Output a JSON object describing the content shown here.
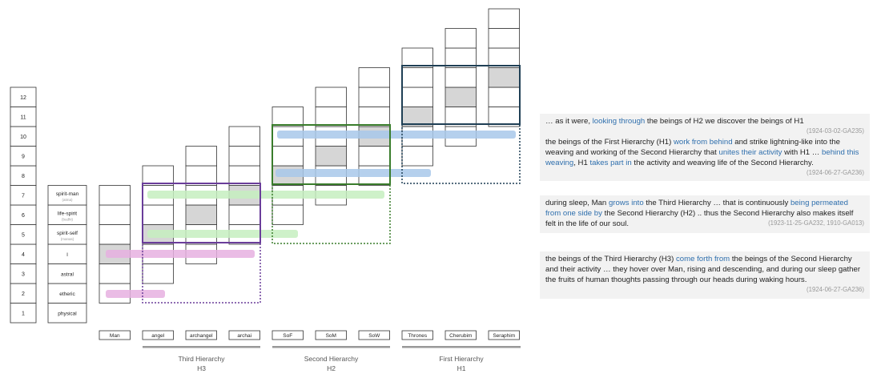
{
  "levels": {
    "numbers": [
      "1",
      "2",
      "3",
      "4",
      "5",
      "6",
      "7",
      "8",
      "9",
      "10",
      "11",
      "12"
    ],
    "labels": [
      {
        "name": "physical",
        "sub": ""
      },
      {
        "name": "etheric",
        "sub": ""
      },
      {
        "name": "astral",
        "sub": ""
      },
      {
        "name": "I",
        "sub": ""
      },
      {
        "name": "spirit-self",
        "sub": "(manas)"
      },
      {
        "name": "life-spirit",
        "sub": "(budhi)"
      },
      {
        "name": "spirit-man",
        "sub": "(atma)"
      }
    ]
  },
  "beings": [
    "Man",
    "angel",
    "archangel",
    "archai",
    "SoF",
    "SoM",
    "SoW",
    "Thrones",
    "Cherubim",
    "Seraphim"
  ],
  "hierarchies": [
    {
      "name": "Third Hierarchy",
      "code": "H3"
    },
    {
      "name": "Second Hierarchy",
      "code": "H2"
    },
    {
      "name": "First Hierarchy",
      "code": "H1"
    }
  ],
  "colors": {
    "h1_frame": "#1f3f55",
    "h2_frame": "#3a7d2c",
    "h3_frame": "#6a3d9a",
    "blue_band": "#a8c8ea",
    "green_band": "#c6eec0",
    "pink_band": "#e6b0e0",
    "highlight_text": "#2f6fad"
  },
  "quotes": [
    {
      "parts": [
        {
          "t": "… as it were, "
        },
        {
          "t": "looking through",
          "hl": true
        },
        {
          "t": " the beings of H2 we discover the beings of H1"
        }
      ],
      "ref": "(1924-03-02-GA235)"
    },
    {
      "parts": [
        {
          "t": "the beings of the First Hierarchy (H1) "
        },
        {
          "t": "work from behind",
          "hl": true
        },
        {
          "t": " and strike lightning-like into the weaving and working of the Second Hierarchy that "
        },
        {
          "t": "unites their activity",
          "hl": true
        },
        {
          "t": " with H1 … "
        },
        {
          "t": "behind this weaving",
          "hl": true
        },
        {
          "t": ", H1 "
        },
        {
          "t": "takes part in",
          "hl": true
        },
        {
          "t": " the activity and weaving life of the Second Hierarchy."
        }
      ],
      "ref": "(1924-06-27-GA236)"
    },
    {
      "parts": [
        {
          "t": "during sleep, Man "
        },
        {
          "t": "grows into",
          "hl": true
        },
        {
          "t": " the Third Hierarchy … that is continuously "
        },
        {
          "t": "being permeated from one side by",
          "hl": true
        },
        {
          "t": " the Second Hierarchy (H2) .. thus the Second Hierarchy also makes itself felt in the life of our soul."
        }
      ],
      "ref": "(1923-11-25-GA232, 1910-GA013)"
    },
    {
      "parts": [
        {
          "t": "the beings of the Third Hierarchy (H3) "
        },
        {
          "t": "come forth from",
          "hl": true
        },
        {
          "t": " the beings of the Second Hierarchy and their activity … they hover over Man, rising and descending, and during our sleep gather the fruits of human thoughts passing through our heads during waking hours."
        }
      ],
      "ref": "(1924-06-27-GA236)"
    }
  ]
}
